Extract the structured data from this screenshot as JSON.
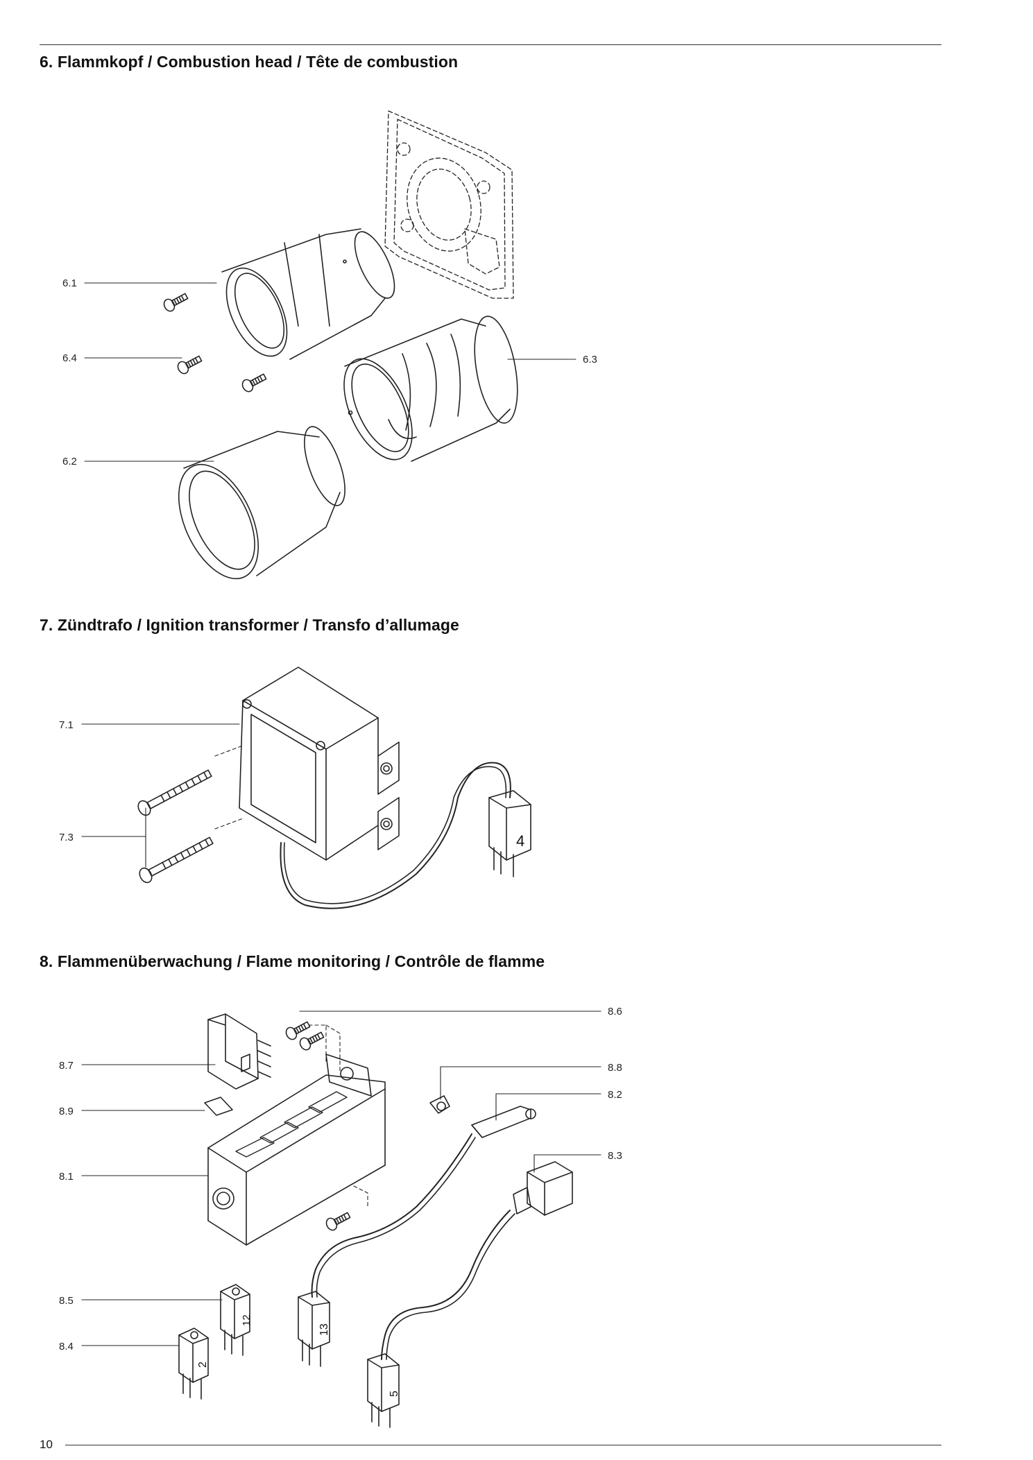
{
  "sections": {
    "s6": {
      "title": "6. Flammkopf / Combustion head / Tête de combustion"
    },
    "s7": {
      "title": "7. Zündtrafo / Ignition transformer / Transfo d’allumage"
    },
    "s8": {
      "title": "8. Flammenüberwachung / Flame monitoring / Contrôle de flamme"
    }
  },
  "callouts": {
    "c61": "6.1",
    "c64": "6.4",
    "c62": "6.2",
    "c63": "6.3",
    "c71": "7.1",
    "c73": "7.3",
    "c86": "8.6",
    "c87": "8.7",
    "c88": "8.8",
    "c82": "8.2",
    "c89": "8.9",
    "c83": "8.3",
    "c81": "8.1",
    "c85": "8.5",
    "c84": "8.4"
  },
  "plug_labels": {
    "p4": "4",
    "p12": "12",
    "p2": "2",
    "p13": "13",
    "p5": "5"
  },
  "page_number": "10",
  "colors": {
    "line": "#222222",
    "text": "#111111"
  }
}
